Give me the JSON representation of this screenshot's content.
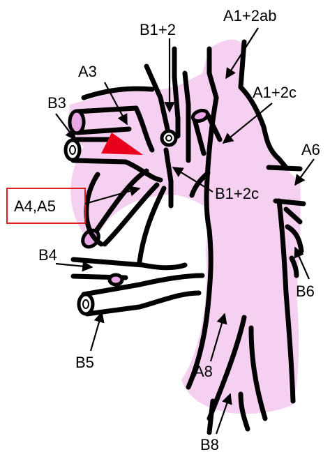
{
  "diagram": {
    "labels": {
      "a1_2ab": "A1+2ab",
      "b1_2": "B1+2",
      "a3": "A3",
      "a1_2c": "A1+2c",
      "b3": "B3",
      "a6": "A6",
      "b1_2c": "B1+2c",
      "a4_a5": "A4,A5",
      "b4": "B4",
      "b6": "B6",
      "b5": "B5",
      "a8": "A8",
      "b8": "B8"
    },
    "colors": {
      "artery_fill": "#f5d0f0",
      "marker": "#e8001c",
      "highlight_box": "#e02020",
      "outline": "#000000"
    }
  }
}
